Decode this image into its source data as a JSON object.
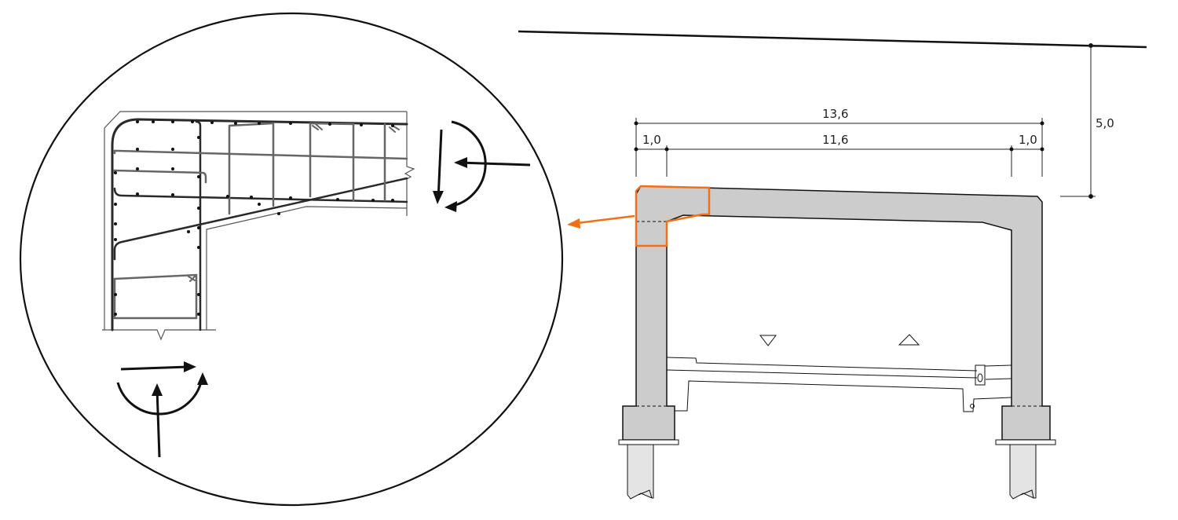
{
  "dimensions": {
    "total_width": "13,6",
    "left_wall": "1,0",
    "inner_span": "11,6",
    "right_wall": "1,0",
    "height_to_road": "5,0"
  },
  "colors": {
    "highlight": "#f07018",
    "concrete": "#cccccc",
    "pile": "#e4e4e4",
    "rebar_dark": "#2a2a2a",
    "rebar_grey": "#666666"
  }
}
